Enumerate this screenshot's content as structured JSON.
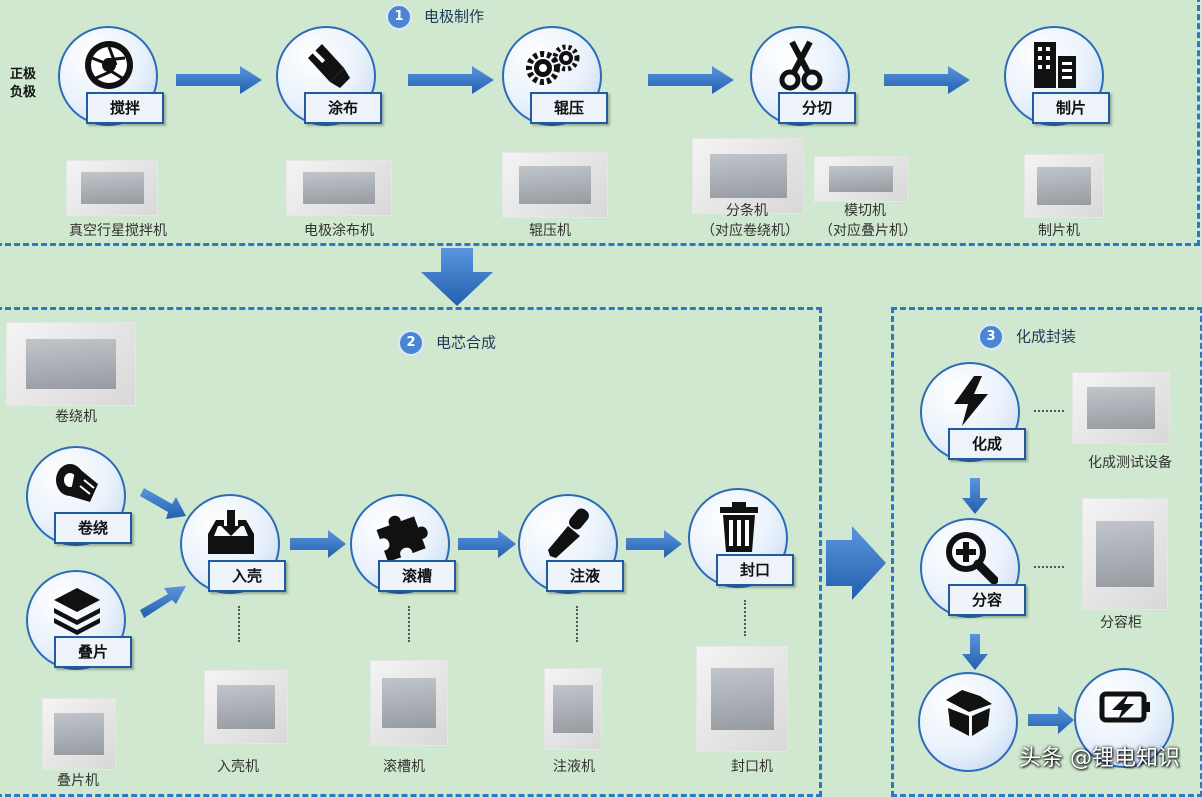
{
  "side_labels": [
    "正极",
    "负极"
  ],
  "sections": {
    "s1": {
      "num": "1",
      "title": "电极制作"
    },
    "s2": {
      "num": "2",
      "title": "电芯合成"
    },
    "s3": {
      "num": "3",
      "title": "化成封装"
    }
  },
  "nodes": {
    "jiaoban": "搅拌",
    "tubu": "涂布",
    "gunya": "辊压",
    "fenqie": "分切",
    "zhipian": "制片",
    "juanrao": "卷绕",
    "diepian": "叠片",
    "ruke": "入壳",
    "guncao": "滚槽",
    "zhuye": "注液",
    "fengkou": "封口",
    "huacheng": "化成",
    "fenrong": "分容"
  },
  "captions": {
    "mixer": "真空行星搅拌机",
    "coater": "电极涂布机",
    "roller": "辊压机",
    "slitter": "分条机",
    "slitter_note": "（对应卷绕机）",
    "cutter": "模切机",
    "cutter_note": "（对应叠片机）",
    "tab_machine": "制片机",
    "winder": "卷绕机",
    "stacker": "叠片机",
    "casing": "入壳机",
    "grooving": "滚槽机",
    "injector": "注液机",
    "sealer": "封口机",
    "formation_eq": "化成测试设备",
    "grading_cab": "分容柜"
  },
  "watermark": "头条 @锂电知识",
  "colors": {
    "background": "#cfe8cf",
    "dash": "#2e78c0",
    "arrow": "#2f6fbf",
    "label_border": "#1f5aa3"
  }
}
